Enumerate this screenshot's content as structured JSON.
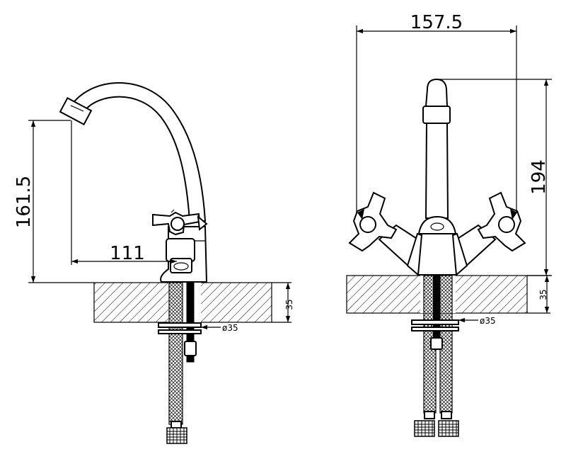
{
  "dimensions": {
    "side_height": "161.5",
    "side_reach": "111",
    "side_counter_thickness": "35",
    "side_hole_diameter": "ø35",
    "front_width": "157.5",
    "front_height": "194",
    "front_counter_thickness": "35",
    "front_hole_diameter": "ø35"
  },
  "colors": {
    "line": "#000000",
    "background": "#ffffff"
  }
}
